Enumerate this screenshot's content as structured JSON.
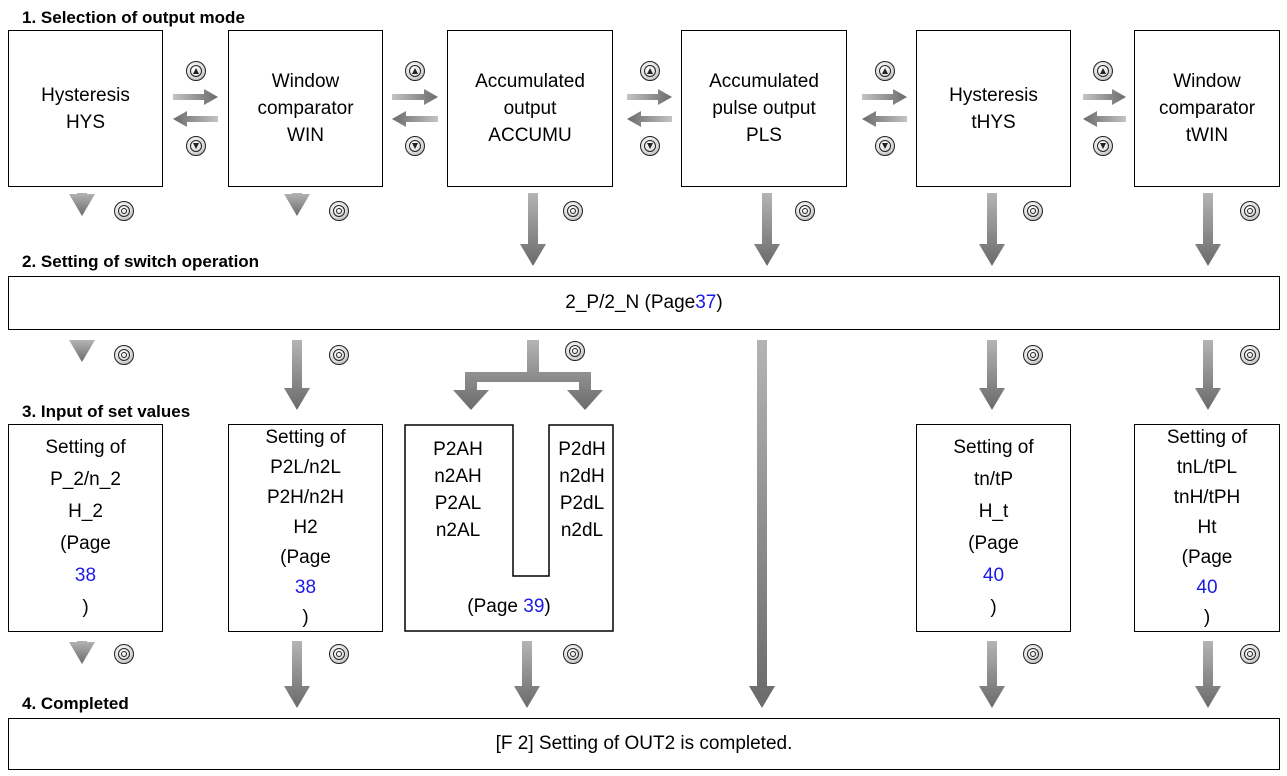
{
  "sections": {
    "s1": "1. Selection of output mode",
    "s2": "2. Setting of switch operation",
    "s3": "3. Input of set values",
    "s4": "4. Completed"
  },
  "modes": [
    {
      "line1": "Hysteresis",
      "line2": "HYS",
      "line3": ""
    },
    {
      "line1": "Window",
      "line2": "comparator",
      "line3": "WIN"
    },
    {
      "line1": "Accumulated",
      "line2": "output",
      "line3": "ACCUMU"
    },
    {
      "line1": "Accumulated",
      "line2": "pulse output",
      "line3": "PLS"
    },
    {
      "line1": "Hysteresis",
      "line2": "tHYS",
      "line3": ""
    },
    {
      "line1": "Window",
      "line2": "comparator",
      "line3": "tWIN"
    }
  ],
  "switch_operation": {
    "text": "2_P/2_N (Page ",
    "page": "37",
    "close": ")"
  },
  "set_values": {
    "hys": {
      "l1": "Setting of",
      "l2": "P_2/n_2",
      "l3": "H_2",
      "pre": "(Page ",
      "page": "38",
      "post": ")"
    },
    "win": {
      "l1": "Setting of",
      "l2": "P2L/n2L",
      "l3": "P2H/n2H",
      "l4": "H2",
      "pre": "(Page ",
      "page": "38",
      "post": ")"
    },
    "accum": {
      "left": [
        "P2AH",
        "n2AH",
        "P2AL",
        "n2AL"
      ],
      "right": [
        "P2dH",
        "n2dH",
        "P2dL",
        "n2dL"
      ],
      "pre": "(Page ",
      "page": "39",
      "post": ")"
    },
    "thys": {
      "l1": "Setting of",
      "l2": "tn/tP",
      "l3": "H_t",
      "pre": "(Page ",
      "page": "40",
      "post": ")"
    },
    "twin": {
      "l1": "Setting of",
      "l2": "tnL/tPL",
      "l3": "tnH/tPH",
      "l4": "Ht",
      "pre": "(Page ",
      "page": "40",
      "post": ")"
    }
  },
  "completed": "[F 2] Setting of OUT2 is completed.",
  "colors": {
    "arrow": "#777777",
    "link": "#1a1ae6"
  },
  "icons": {
    "up": "up-button-icon",
    "down": "down-button-icon",
    "set": "set-button-icon"
  }
}
